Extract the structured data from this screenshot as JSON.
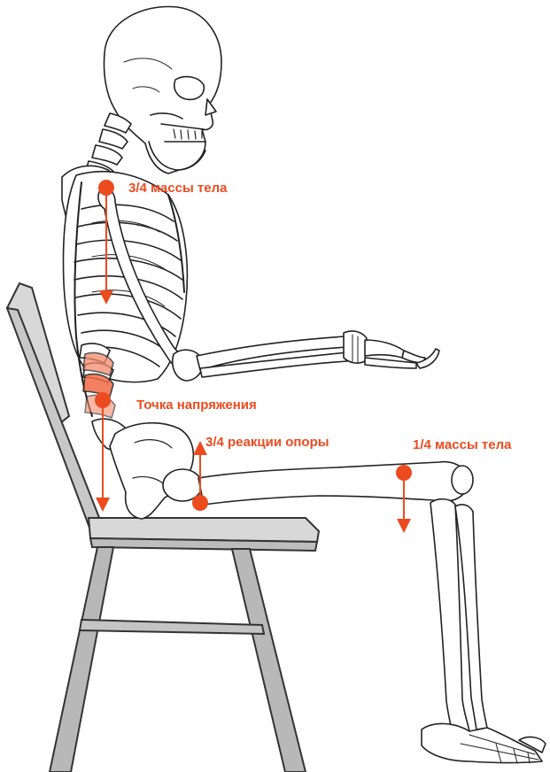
{
  "colors": {
    "accent": "#ec4b1f",
    "bone_outline": "#222222",
    "chair_fill": "#d8d8d8",
    "chair_outline": "#333333",
    "stress_zone": "#f58a6a"
  },
  "labels": {
    "upper_body_weight": "3/4 массы тела",
    "stress_point": "Точка напряжения",
    "support_reaction": "3/4 реакции опоры",
    "lower_body_weight": "1/4 массы тела"
  }
}
